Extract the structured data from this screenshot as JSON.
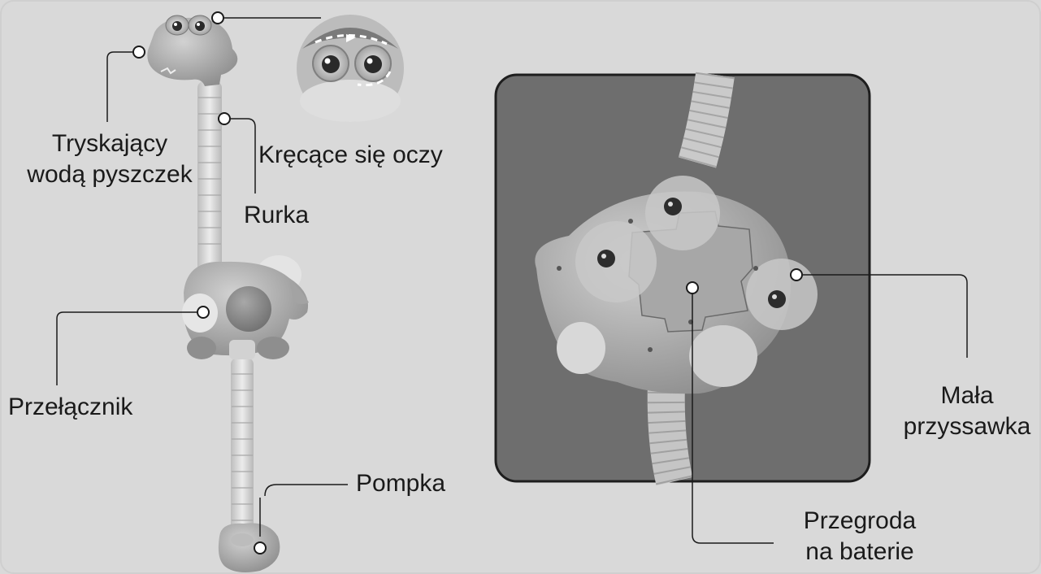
{
  "labels": {
    "spout": [
      "Tryskający",
      "wodą pyszczek"
    ],
    "eyes": "Kręcące się oczy",
    "tube": "Rurka",
    "switch": "Przełącznik",
    "pump": "Pompka",
    "suction": [
      "Mała",
      "przyssawka"
    ],
    "battery": [
      "Przegroda",
      "na baterie"
    ]
  },
  "colors": {
    "background": "#d9d9d9",
    "toy_body": "#b4b4b4",
    "toy_highlight": "#dcdcdc",
    "panel": "#6e6e6e",
    "leader": "#1a1a1a",
    "text": "#1a1a1a"
  }
}
